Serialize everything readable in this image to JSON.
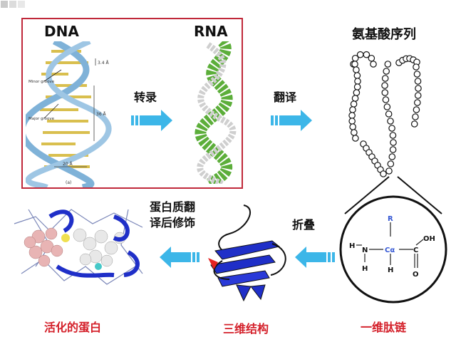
{
  "top": {
    "dna_label": "DNA",
    "rna_label": "RNA",
    "amino_label": "氨基酸序列",
    "transcription_label": "转录",
    "translation_label": "翻译"
  },
  "dna_figure": {
    "measure_1": "3.4 Å",
    "measure_2": "36 Å",
    "measure_3": "20 Å",
    "minor_groove": "Minor groove",
    "major_groove": "Major groove",
    "panel_tag": "(a)"
  },
  "middle": {
    "folding_label": "折叠",
    "ptm_label_line1": "蛋白质翻",
    "ptm_label_line2": "译后修饰"
  },
  "amino_structure": {
    "r": "R",
    "h_left": "H",
    "n": "N",
    "h_bottom_left": "H",
    "c_alpha": "Cα",
    "h_bottom": "H",
    "c": "C",
    "oh": "OH",
    "o": "O"
  },
  "bottom": {
    "active_protein": "活化的蛋白",
    "tertiary_structure": "三维结构",
    "polypeptide": "一维肽链"
  },
  "colors": {
    "arrow": "#3cb6e8",
    "panel_border": "#c0283a",
    "red_text": "#d4202a",
    "protein_blue": "#1f2fc8",
    "rna_green": "#5cae3a",
    "dna_yellow": "#e9d37a",
    "dna_blue": "#7fb2d8",
    "r_blue": "#3558d4"
  }
}
